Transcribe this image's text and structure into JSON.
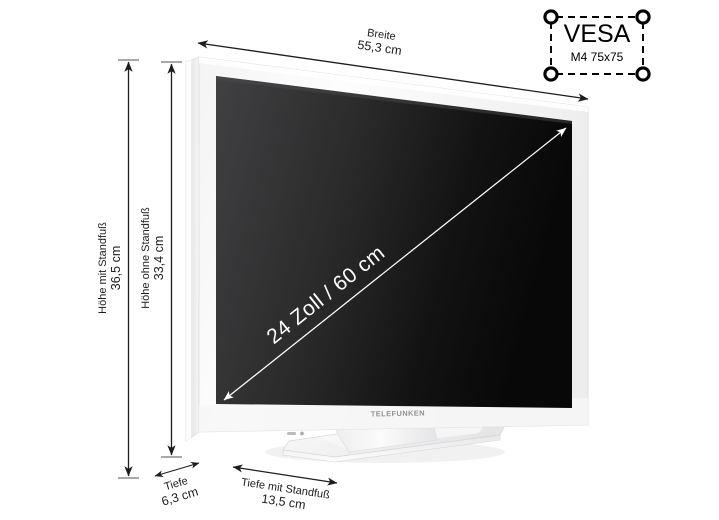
{
  "product": {
    "brand": "TELEFUNKEN",
    "screen_label": "24 Zoll / 60 cm"
  },
  "vesa": {
    "title": "VESA",
    "spec": "M4 75x75"
  },
  "dimensions": {
    "width": {
      "label": "Breite",
      "value": "55,3 cm"
    },
    "height_with_stand": {
      "label": "Höhe mit Standfuß",
      "value": "36,5 cm"
    },
    "height_without_stand": {
      "label": "Höhe ohne Standfuß",
      "value": "33,4 cm"
    },
    "depth": {
      "label": "Tiefe",
      "value": "6,3 cm"
    },
    "depth_with_stand": {
      "label": "Tiefe mit Standfuß",
      "value": "13,5 cm"
    }
  },
  "colors": {
    "background": "#ffffff",
    "bezel": "#ffffff",
    "screen_dark": "#0d0d0d",
    "screen_light": "#414143",
    "line": "#1d1d1d",
    "brand_text": "#8d9095"
  }
}
